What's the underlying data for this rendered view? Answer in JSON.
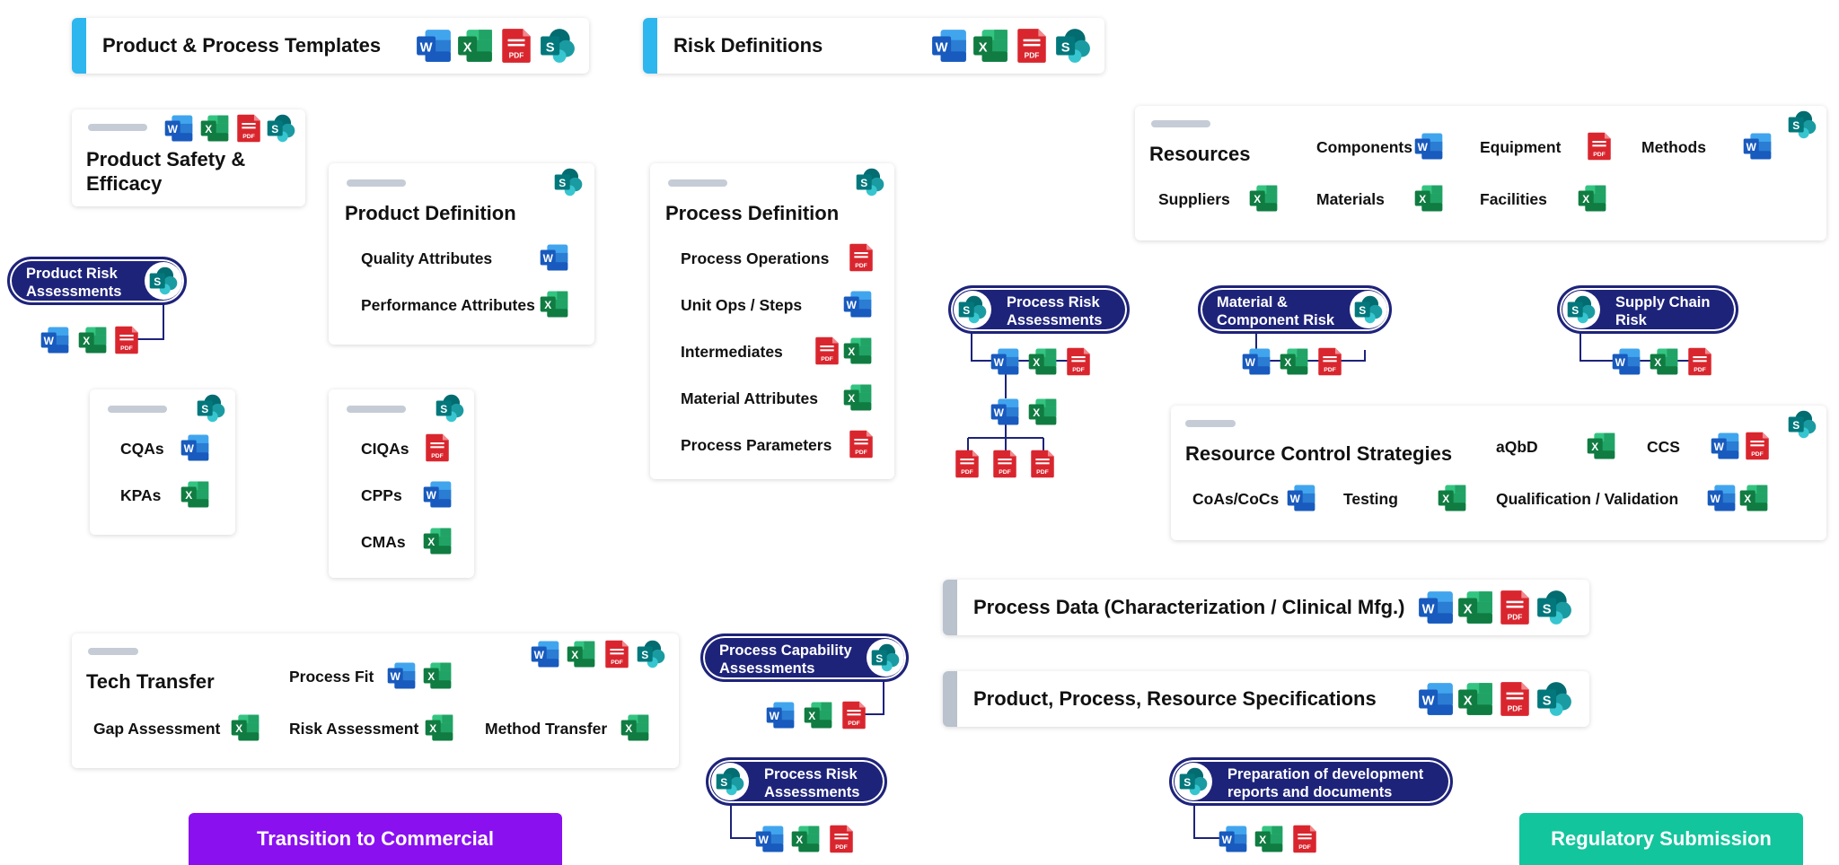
{
  "colors": {
    "word": "#2b5fb8",
    "excel": "#1d7a45",
    "pdf": "#c8202a",
    "sharepoint": "#0b7c7c",
    "navy": "#1e237a",
    "banner_blue": "#2eb6ee",
    "banner_gray": "#b9c2cd",
    "purple": "#8a10f0",
    "teal": "#13c59c"
  },
  "icons": {
    "word": "word-icon",
    "excel": "excel-icon",
    "pdf": "pdf-icon",
    "sharepoint": "sharepoint-icon"
  },
  "product_process_templates": {
    "title": "Product & Process Templates"
  },
  "risk_definitions": {
    "title": "Risk Definitions"
  },
  "product_safety": {
    "title": "Product Safety & Efficacy"
  },
  "product_definition": {
    "title": "Product Definition",
    "rows": [
      "Quality Attributes",
      "Performance Attributes"
    ]
  },
  "process_definition": {
    "title": "Process Definition",
    "rows": [
      "Process Operations",
      "Unit Ops / Steps",
      "Intermediates",
      "Material Attributes",
      "Process Parameters"
    ]
  },
  "resources": {
    "title": "Resources",
    "items": [
      "Components",
      "Equipment",
      "Methods",
      "Suppliers",
      "Materials",
      "Facilities"
    ]
  },
  "product_risk": {
    "label": "Product Risk Assessments"
  },
  "cqa_card": {
    "rows": [
      "CQAs",
      "KPAs"
    ]
  },
  "ciqa_card": {
    "rows": [
      "CIQAs",
      "CPPs",
      "CMAs"
    ]
  },
  "process_risk_top": {
    "label": "Process Risk Assessments"
  },
  "material_risk": {
    "label": "Material & Component Risk"
  },
  "supply_chain_risk": {
    "label": "Supply Chain Risk"
  },
  "resource_control": {
    "title": "Resource Control Strategies",
    "items": [
      "aQbD",
      "CCS",
      "CoAs/CoCs",
      "Testing",
      "Qualification / Validation"
    ]
  },
  "process_data": {
    "title": "Process Data (Characterization / Clinical Mfg.)"
  },
  "specifications": {
    "title": "Product, Process, Resource Specifications"
  },
  "tech_transfer": {
    "title": "Tech Transfer",
    "items": [
      "Process Fit",
      "Gap Assessment",
      "Risk Assessment",
      "Method Transfer"
    ]
  },
  "process_capability": {
    "label": "Process Capability Assessments"
  },
  "process_risk_bottom": {
    "label": "Process Risk Assessments"
  },
  "dev_reports": {
    "label": "Preparation of development reports and documents"
  },
  "buttons": {
    "commercial": "Transition to Commercial",
    "regulatory": "Regulatory Submission"
  }
}
